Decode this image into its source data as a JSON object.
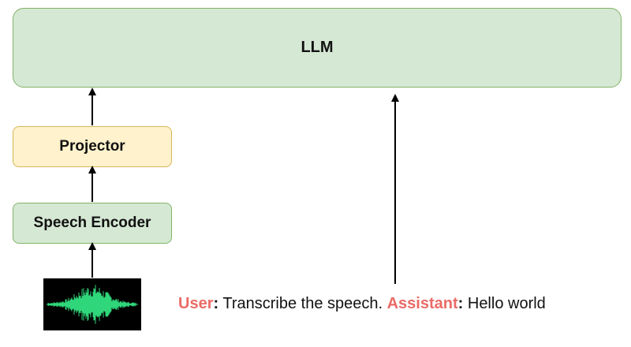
{
  "diagram": {
    "llm": {
      "label": "LLM"
    },
    "projector": {
      "label": "Projector"
    },
    "speech_encoder": {
      "label": "Speech Encoder"
    },
    "prompt": {
      "user_role": "User",
      "user_text": " Transcribe the speech. ",
      "assistant_role": "Assistant",
      "assistant_text": " Hello world",
      "separator": ":"
    }
  },
  "colors": {
    "llm_fill": "#d5e8d4",
    "llm_border": "#82b366",
    "projector_fill": "#fff2cc",
    "projector_border": "#d6b656",
    "encoder_fill": "#d5e8d4",
    "encoder_border": "#82b366",
    "role_color": "#ea6b66",
    "waveform_color": "#2fd67a",
    "waveform_background": "#000000",
    "arrow_color": "#000000"
  },
  "icons": {
    "waveform": "audio-waveform-icon"
  }
}
